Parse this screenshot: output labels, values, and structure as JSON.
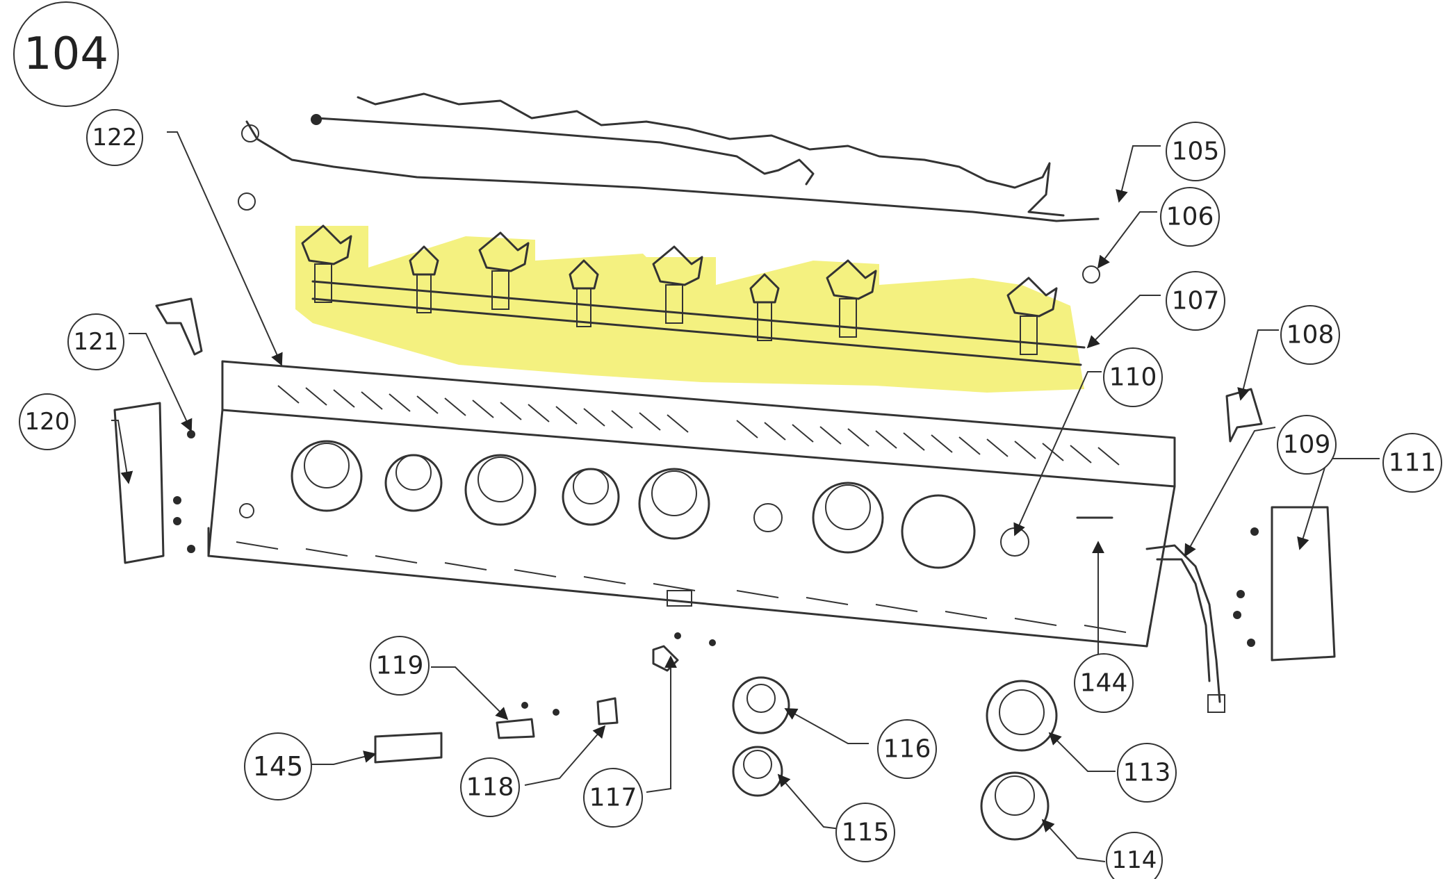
{
  "diagram": {
    "title_label": "104",
    "callouts": [
      {
        "id": "105",
        "label": "105"
      },
      {
        "id": "106",
        "label": "106"
      },
      {
        "id": "107",
        "label": "107"
      },
      {
        "id": "108",
        "label": "108"
      },
      {
        "id": "109",
        "label": "109"
      },
      {
        "id": "110",
        "label": "110"
      },
      {
        "id": "111",
        "label": "111"
      },
      {
        "id": "113",
        "label": "113"
      },
      {
        "id": "114",
        "label": "114"
      },
      {
        "id": "115",
        "label": "115"
      },
      {
        "id": "116",
        "label": "116"
      },
      {
        "id": "117",
        "label": "117"
      },
      {
        "id": "118",
        "label": "118"
      },
      {
        "id": "119",
        "label": "119"
      },
      {
        "id": "120",
        "label": "120"
      },
      {
        "id": "121",
        "label": "121"
      },
      {
        "id": "122",
        "label": "122"
      },
      {
        "id": "144",
        "label": "144"
      },
      {
        "id": "145",
        "label": "145"
      }
    ],
    "colors": {
      "line": "#333333",
      "highlight": "#f2ef6a",
      "background": "#ffffff"
    }
  }
}
